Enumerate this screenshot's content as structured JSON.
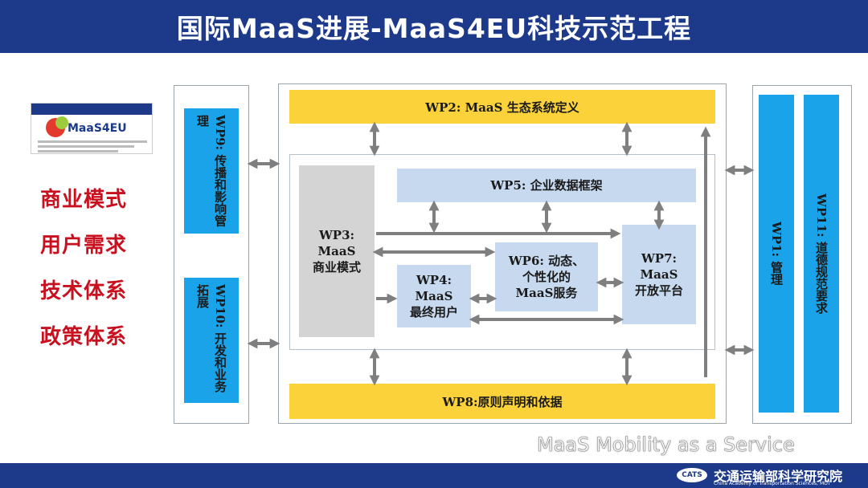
{
  "title": "国际MaaS进展-MaaS4EU科技示范工程",
  "logo": {
    "name": "MaaS4EU"
  },
  "left_items": [
    "商业模式",
    "用户需求",
    "技术体系",
    "政策体系"
  ],
  "left_panel": {
    "wp9": "WP9: 传播和影响管理",
    "wp10": "WP10: 开发和业务拓展"
  },
  "right_panel": {
    "wp1": "WP1: 管理",
    "wp11": "WP11: 道德规范要求"
  },
  "center": {
    "wp2": "WP2: MaaS 生态系统定义",
    "wp5": "WP5: 企业数据框架",
    "wp3": "WP3:\nMaaS\n商业模式",
    "wp4": "WP4:\nMaaS\n最终用户",
    "wp6": "WP6: 动态、\n个性化的\nMaaS服务",
    "wp7": "WP7:\nMaaS\n开放平台",
    "wp8": "WP8:原则声明和依据"
  },
  "watermark": "MaaS Mobility as a Service",
  "institution": {
    "badge": "CATS",
    "name": "交通运输部科学研究院",
    "english": "China Academy of Transportation Sciences, MOT"
  },
  "colors": {
    "title_bg": "#1d3a8a",
    "wp_blue": "#1aa3e8",
    "wp_yellow": "#fbd23a",
    "wp_lightblue": "#c7d9ef",
    "wp_grey": "#d4d4d4",
    "left_text": "#c8101e"
  }
}
